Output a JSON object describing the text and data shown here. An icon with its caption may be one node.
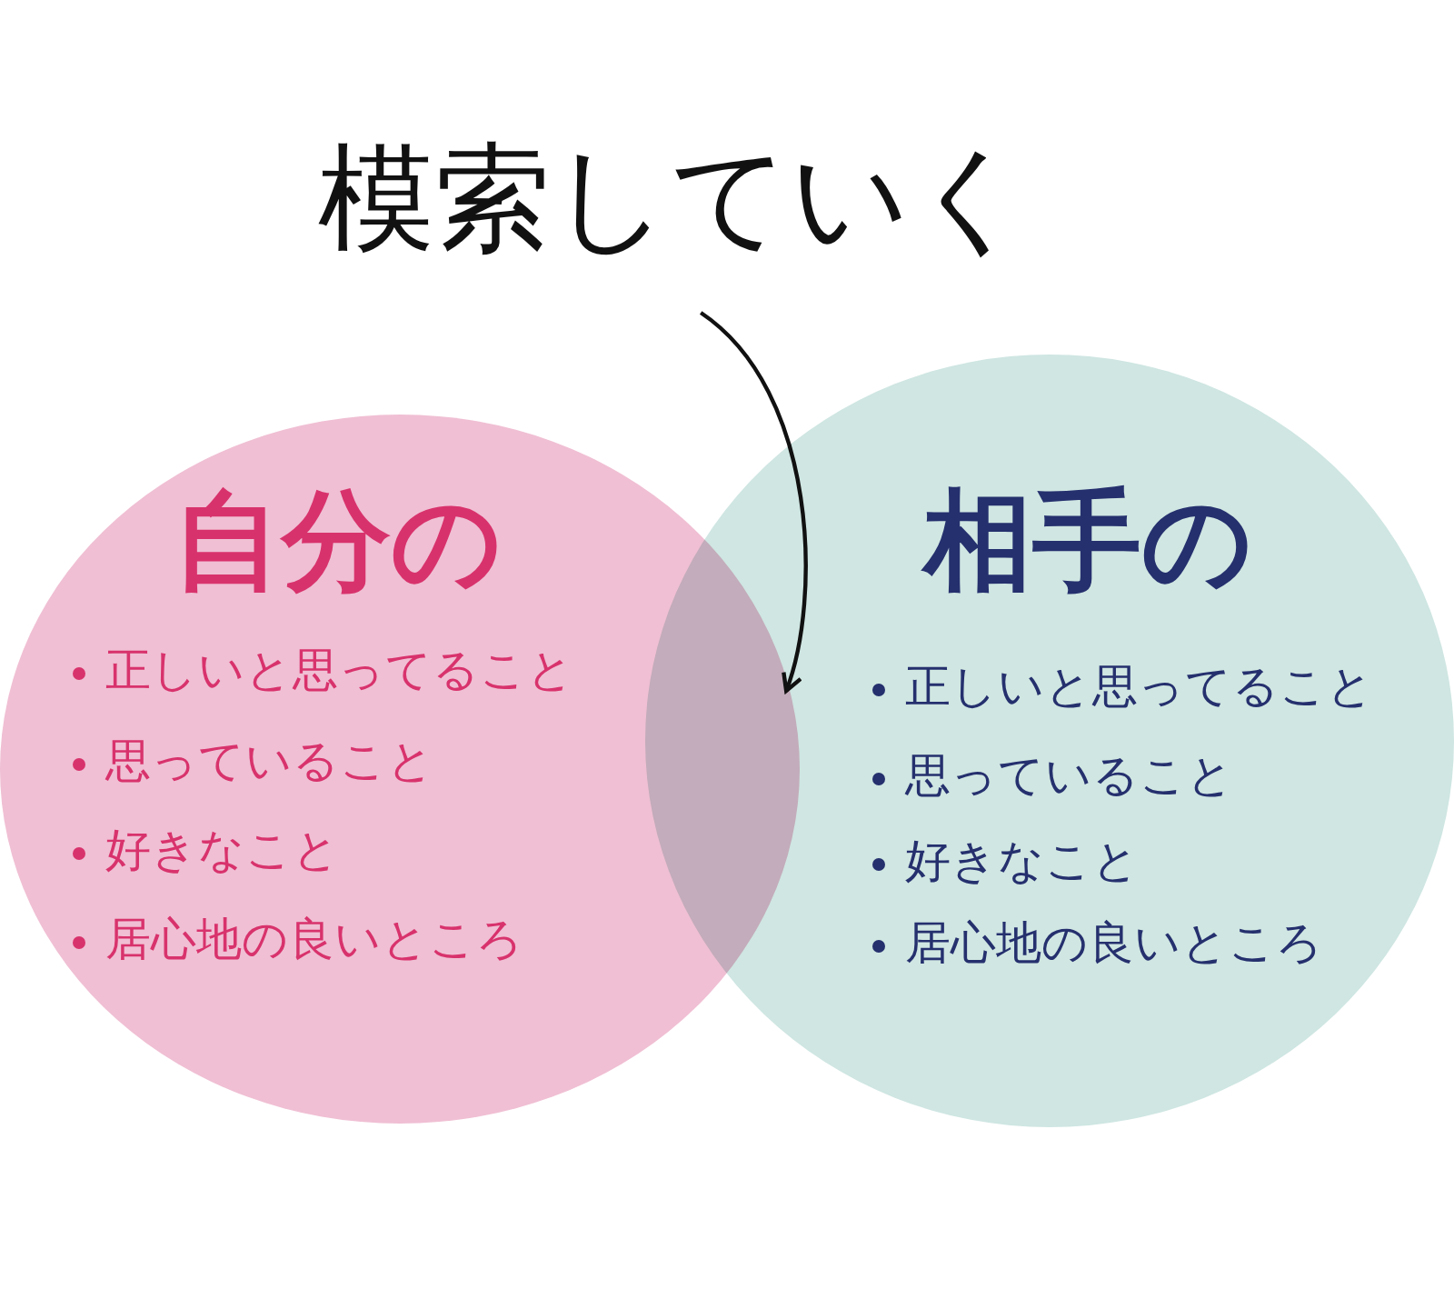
{
  "diagram": {
    "nodes": [
      {
        "text": [
          "模索していく"
        ]
      },
      {
        "text": [
          "自分の",
          "正しいと思ってること",
          "思っていること",
          "好きなこと",
          "居心地の良いところ"
        ]
      },
      {
        "text": [
          "相手の",
          "正しいと思ってること",
          "思っていること",
          "好きなこと",
          "居心地の良いところ"
        ]
      }
    ],
    "edges": [
      {
        "from": 0,
        "to": 1,
        "arrow": "to"
      },
      {
        "from": 0,
        "to": 2,
        "arrow": "to"
      }
    ]
  }
}
